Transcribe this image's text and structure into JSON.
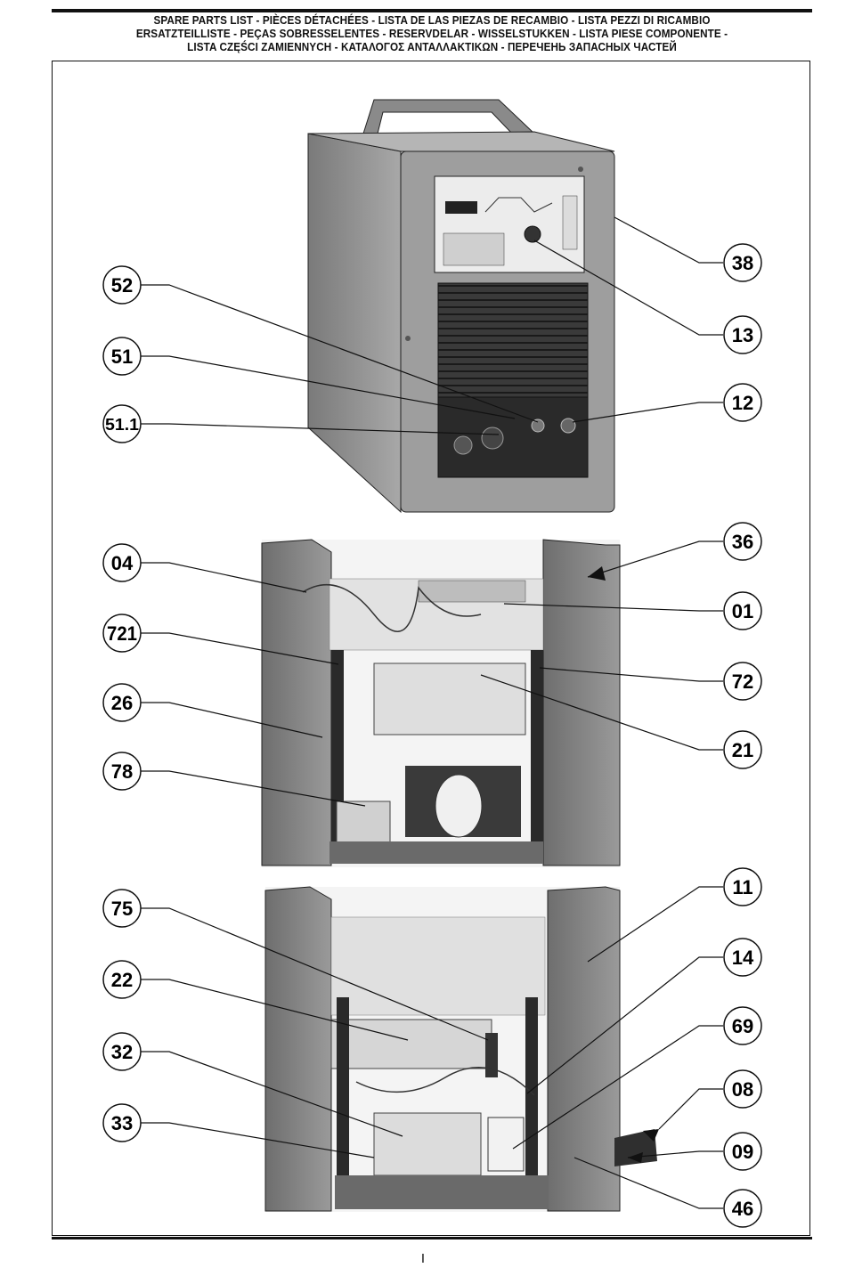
{
  "header": {
    "line1": "SPARE PARTS LIST - PIÈCES DÉTACHÉES - LISTA DE LAS PIEZAS DE RECAMBIO - LISTA PEZZI DI RICAMBIO",
    "line2": "ERSATZTEILLISTE - PEÇAS SOBRESSELENTES - RESERVDELAR - WISSELSTUKKEN - LISTA PIESE COMPONENTE -",
    "line3": "LISTA CZĘŚCI ZAMIENNYCH - ΚΑΤΑΛΟΓΟΣ ΑΝΤΑΛΛΑΚΤΙΚΩΝ - ПЕРЕЧЕНЬ ЗАПАСНЫХ ЧАСТЕЙ"
  },
  "page_number": "I",
  "callouts": {
    "c52": "52",
    "c51": "51",
    "c511": "51.1",
    "c38": "38",
    "c13": "13",
    "c12": "12",
    "c04": "04",
    "c721": "721",
    "c26": "26",
    "c78": "78",
    "c36": "36",
    "c01": "01",
    "c72": "72",
    "c21": "21",
    "c75": "75",
    "c22": "22",
    "c32": "32",
    "c33": "33",
    "c11": "11",
    "c14": "14",
    "c69": "69",
    "c08": "08",
    "c09": "09",
    "c46": "46"
  },
  "colors": {
    "ink": "#111111",
    "panel_gray": "#8c8c8c",
    "dark": "#2a2a2a",
    "light": "#d9d9d9"
  }
}
